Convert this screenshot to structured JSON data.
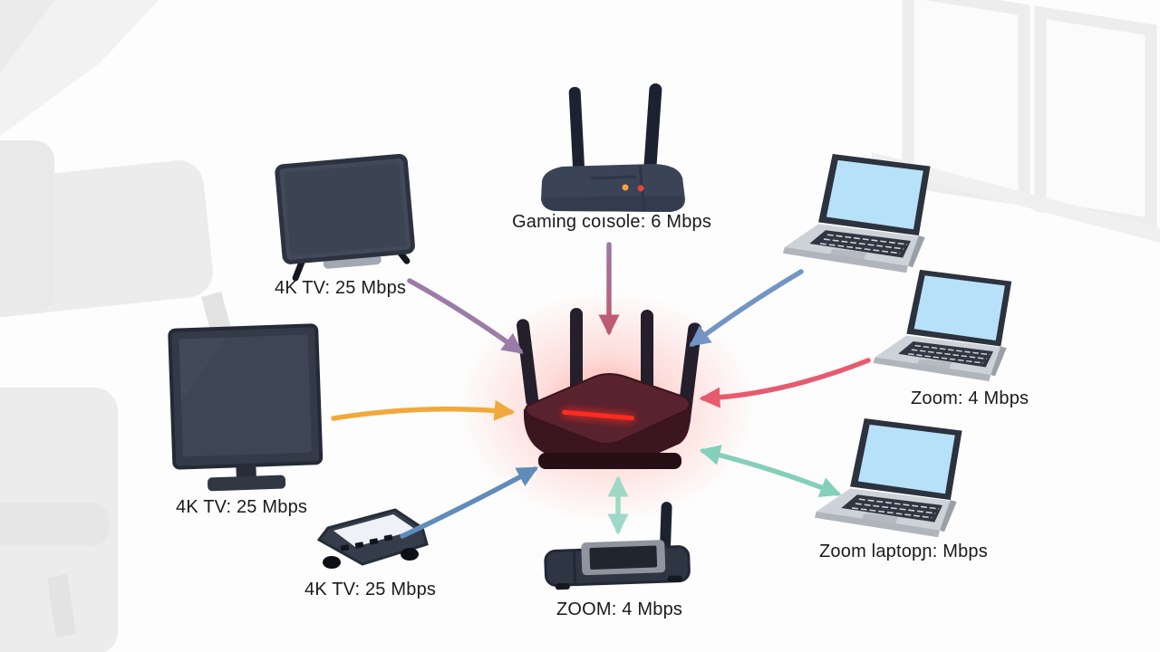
{
  "scene": {
    "type": "home-network-bandwidth-diagram",
    "center_device": "wifi-router-overloaded",
    "router_glow_color": "#ff4538",
    "router_led_color": "#ff2b20"
  },
  "devices": [
    {
      "id": "router-center",
      "type": "wifi-router",
      "label": null
    },
    {
      "id": "gaming-console",
      "type": "console-router-box",
      "label": "Gaming coısole: 6 Mbps"
    },
    {
      "id": "tv-top-left",
      "type": "4k-tv",
      "label": "4K TV: 25 Mbps"
    },
    {
      "id": "tv-mid-left",
      "type": "4k-tv",
      "label": "4K TV: 25 Mbps"
    },
    {
      "id": "tv-bottom-left",
      "type": "media-box",
      "label": "4K TV: 25 Mbps"
    },
    {
      "id": "media-device-bottom",
      "type": "tablet-modem",
      "label": "ZOOM: 4 Mbps"
    },
    {
      "id": "laptop-top-right",
      "type": "laptop",
      "label": null
    },
    {
      "id": "laptop-mid-right",
      "type": "laptop",
      "label": "Zoom: 4 Mbps"
    },
    {
      "id": "laptop-bottom-right",
      "type": "laptop",
      "label": "Zoom laptopɲ: Mbps"
    }
  ],
  "arrows": [
    {
      "from": "tv-top-left",
      "to": "router-center",
      "color": "#9b7ba8",
      "double": false
    },
    {
      "from": "gaming-console",
      "to": "router-center",
      "color_start": "#9b7aa6",
      "color_end": "#c05a72",
      "double": false
    },
    {
      "from": "laptop-top-right",
      "to": "router-center",
      "color": "#7295c4",
      "double": false
    },
    {
      "from": "laptop-mid-right",
      "to": "router-center",
      "color": "#e85a6e",
      "double": false
    },
    {
      "from": "tv-mid-left",
      "to": "router-center",
      "color": "#f2a93b",
      "double": false
    },
    {
      "from": "tv-bottom-left",
      "to": "router-center",
      "color": "#5f8cba",
      "double": false
    },
    {
      "from": "media-device-bottom",
      "to": "router-center",
      "color": "#9fd8c7",
      "double": true
    },
    {
      "from": "laptop-bottom-right",
      "to": "router-center",
      "color": "#84cfba",
      "double": true
    }
  ],
  "palette": {
    "device_dark": "#333a48",
    "laptop_screen": "#b7e1f8",
    "laptop_body": "#cdd2d8",
    "router_body": "#3b161f",
    "background_shapes": "#ececec"
  }
}
